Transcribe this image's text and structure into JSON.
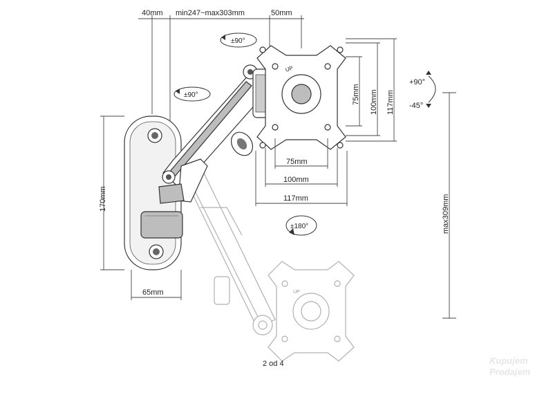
{
  "dimensions": {
    "top_left": "40mm",
    "top_middle": "min247~max303mm",
    "top_right": "50mm",
    "wall_height": "170mm",
    "wall_depth": "65mm",
    "vesa_inner_v": "75mm",
    "vesa_mid_v": "100mm",
    "vesa_outer_v": "117mm",
    "vesa_inner_h": "75mm",
    "vesa_mid_h": "100mm",
    "vesa_outer_h": "117mm",
    "max_height": "max309mm"
  },
  "rotations": {
    "swivel_top": "±90°",
    "swivel_arm": "±90°",
    "rotate": "±180°",
    "tilt_up": "+90°",
    "tilt_down": "-45°"
  },
  "plate_labels": {
    "up_top": "UP",
    "up_bottom": "UP"
  },
  "page_indicator": "2 od 4",
  "watermark": {
    "line1": "Kupujem",
    "line2": "Prodajem"
  }
}
